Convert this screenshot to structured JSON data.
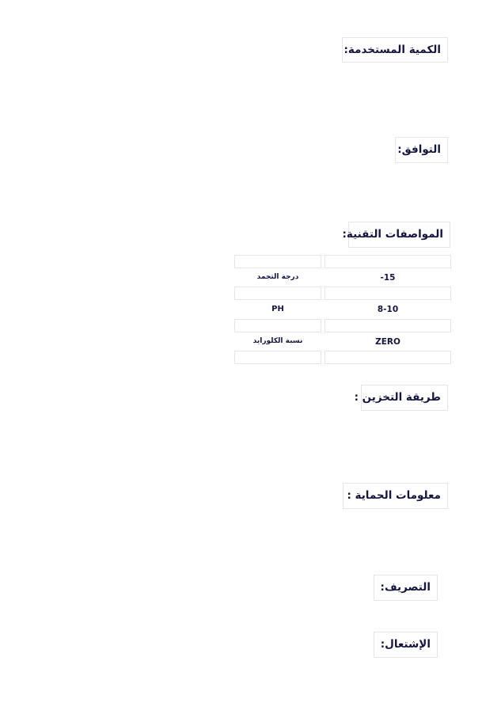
{
  "sections": {
    "quantity_used": "الكمية المستخدمة:",
    "compatibility": "التوافق:",
    "technical_specs": "المواصفات التقنية:",
    "storage_method": "طريقة التخزين :",
    "protection_info": "معلومات الحماية :",
    "disposal": "التصريف:",
    "ignition": "الإشتعال:"
  },
  "specs_table": {
    "rows": [
      {
        "label": "درجة التجمد",
        "value": "-15"
      },
      {
        "label": "PH",
        "value": "8-10"
      },
      {
        "label": "نسبة الكلورايد",
        "value": "ZERO"
      }
    ]
  }
}
